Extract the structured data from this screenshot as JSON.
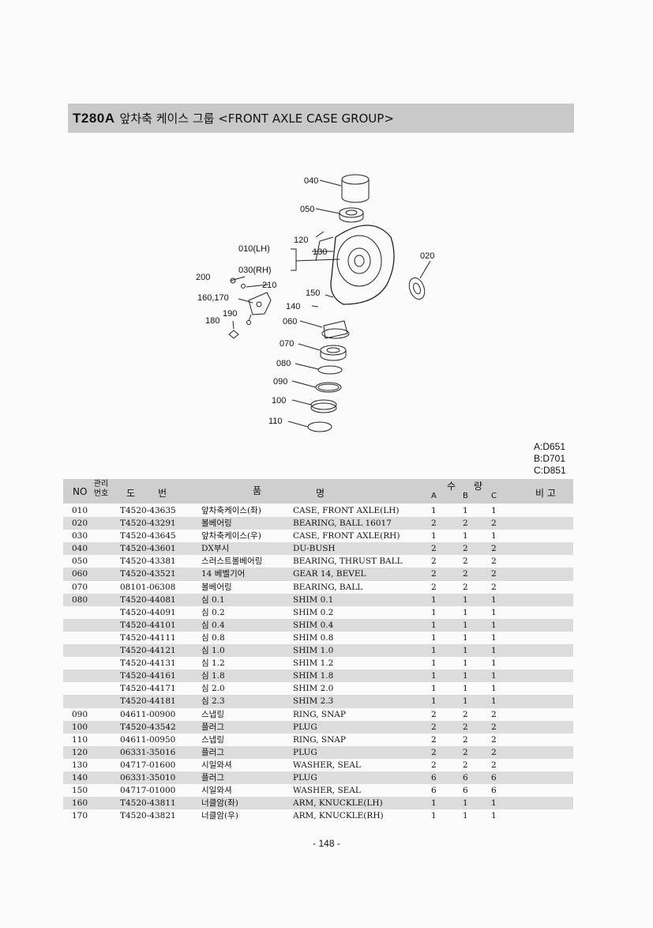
{
  "header": {
    "code": "T280A",
    "title": "앞차축 케이스 그룹 <FRONT AXLE CASE GROUP>"
  },
  "diagram_labels": {
    "l040": "040",
    "l050": "050",
    "l120": "120",
    "l130": "130",
    "l010": "010(LH)",
    "l030": "030(RH)",
    "l020": "020",
    "l200": "200",
    "l210": "210",
    "l160": "160,170",
    "l150": "150",
    "l140": "140",
    "l190": "190",
    "l180": "180",
    "l060": "060",
    "l070": "070",
    "l080": "080",
    "l090": "090",
    "l100": "100",
    "l110": "110"
  },
  "models": [
    "A:D651",
    "B:D701",
    "C:D851"
  ],
  "columns": {
    "no": "NO",
    "mgmt": "관리번호",
    "part_a": "도",
    "part_b": "번",
    "name_a": "품",
    "name_b": "명",
    "qty": "수",
    "qty2": "량",
    "a": "A",
    "b": "B",
    "c": "C",
    "remarks": "비 고"
  },
  "rows": [
    {
      "no": "010",
      "part": "T4520-43635",
      "kor": "앞차축케이스(좌)",
      "eng": "CASE, FRONT AXLE(LH)",
      "a": "1",
      "b": "1",
      "c": "1"
    },
    {
      "no": "020",
      "part": "T4520-43291",
      "kor": "볼베어링",
      "eng": "BEARING, BALL 16017",
      "a": "2",
      "b": "2",
      "c": "2"
    },
    {
      "no": "030",
      "part": "T4520-43645",
      "kor": "앞차축케이스(우)",
      "eng": "CASE, FRONT AXLE(RH)",
      "a": "1",
      "b": "1",
      "c": "1"
    },
    {
      "no": "040",
      "part": "T4520-43601",
      "kor": "DX부시",
      "eng": "DU-BUSH",
      "a": "2",
      "b": "2",
      "c": "2"
    },
    {
      "no": "050",
      "part": "T4520-43381",
      "kor": "스러스트볼베어링",
      "eng": "BEARING, THRUST BALL",
      "a": "2",
      "b": "2",
      "c": "2"
    },
    {
      "no": "060",
      "part": "T4520-43521",
      "kor": "14 베벨기어",
      "eng": "GEAR 14, BEVEL",
      "a": "2",
      "b": "2",
      "c": "2"
    },
    {
      "no": "070",
      "part": "08101-06308",
      "kor": "볼베어링",
      "eng": "BEARING, BALL",
      "a": "2",
      "b": "2",
      "c": "2"
    },
    {
      "no": "080",
      "part": "T4520-44081",
      "kor": "심 0.1",
      "eng": "SHIM 0.1",
      "a": "1",
      "b": "1",
      "c": "1"
    },
    {
      "no": "",
      "part": "T4520-44091",
      "kor": "심 0.2",
      "eng": "SHIM 0.2",
      "a": "1",
      "b": "1",
      "c": "1"
    },
    {
      "no": "",
      "part": "T4520-44101",
      "kor": "심 0.4",
      "eng": "SHIM 0.4",
      "a": "1",
      "b": "1",
      "c": "1"
    },
    {
      "no": "",
      "part": "T4520-44111",
      "kor": "심 0.8",
      "eng": "SHIM 0.8",
      "a": "1",
      "b": "1",
      "c": "1"
    },
    {
      "no": "",
      "part": "T4520-44121",
      "kor": "심 1.0",
      "eng": "SHIM 1.0",
      "a": "1",
      "b": "1",
      "c": "1"
    },
    {
      "no": "",
      "part": "T4520-44131",
      "kor": "심 1.2",
      "eng": "SHIM 1.2",
      "a": "1",
      "b": "1",
      "c": "1"
    },
    {
      "no": "",
      "part": "T4520-44161",
      "kor": "심 1.8",
      "eng": "SHIM 1.8",
      "a": "1",
      "b": "1",
      "c": "1"
    },
    {
      "no": "",
      "part": "T4520-44171",
      "kor": "심 2.0",
      "eng": "SHIM 2.0",
      "a": "1",
      "b": "1",
      "c": "1"
    },
    {
      "no": "",
      "part": "T4520-44181",
      "kor": "심 2.3",
      "eng": "SHIM 2.3",
      "a": "1",
      "b": "1",
      "c": "1"
    },
    {
      "no": "090",
      "part": "04611-00900",
      "kor": "스냅링",
      "eng": "RING, SNAP",
      "a": "2",
      "b": "2",
      "c": "2"
    },
    {
      "no": "100",
      "part": "T4520-43542",
      "kor": "플러그",
      "eng": "PLUG",
      "a": "2",
      "b": "2",
      "c": "2"
    },
    {
      "no": "110",
      "part": "04611-00950",
      "kor": "스냅링",
      "eng": "RING, SNAP",
      "a": "2",
      "b": "2",
      "c": "2"
    },
    {
      "no": "120",
      "part": "06331-35016",
      "kor": "플러그",
      "eng": "PLUG",
      "a": "2",
      "b": "2",
      "c": "2"
    },
    {
      "no": "130",
      "part": "04717-01600",
      "kor": "시일와셔",
      "eng": "WASHER, SEAL",
      "a": "2",
      "b": "2",
      "c": "2"
    },
    {
      "no": "140",
      "part": "06331-35010",
      "kor": "플러그",
      "eng": "PLUG",
      "a": "6",
      "b": "6",
      "c": "6"
    },
    {
      "no": "150",
      "part": "04717-01000",
      "kor": "시일와셔",
      "eng": "WASHER, SEAL",
      "a": "6",
      "b": "6",
      "c": "6"
    },
    {
      "no": "160",
      "part": "T4520-43811",
      "kor": "너클암(좌)",
      "eng": "ARM, KNUCKLE(LH)",
      "a": "1",
      "b": "1",
      "c": "1"
    },
    {
      "no": "170",
      "part": "T4520-43821",
      "kor": "너클암(우)",
      "eng": "ARM, KNUCKLE(RH)",
      "a": "1",
      "b": "1",
      "c": "1"
    }
  ],
  "footer": {
    "page": "- 148 -"
  }
}
